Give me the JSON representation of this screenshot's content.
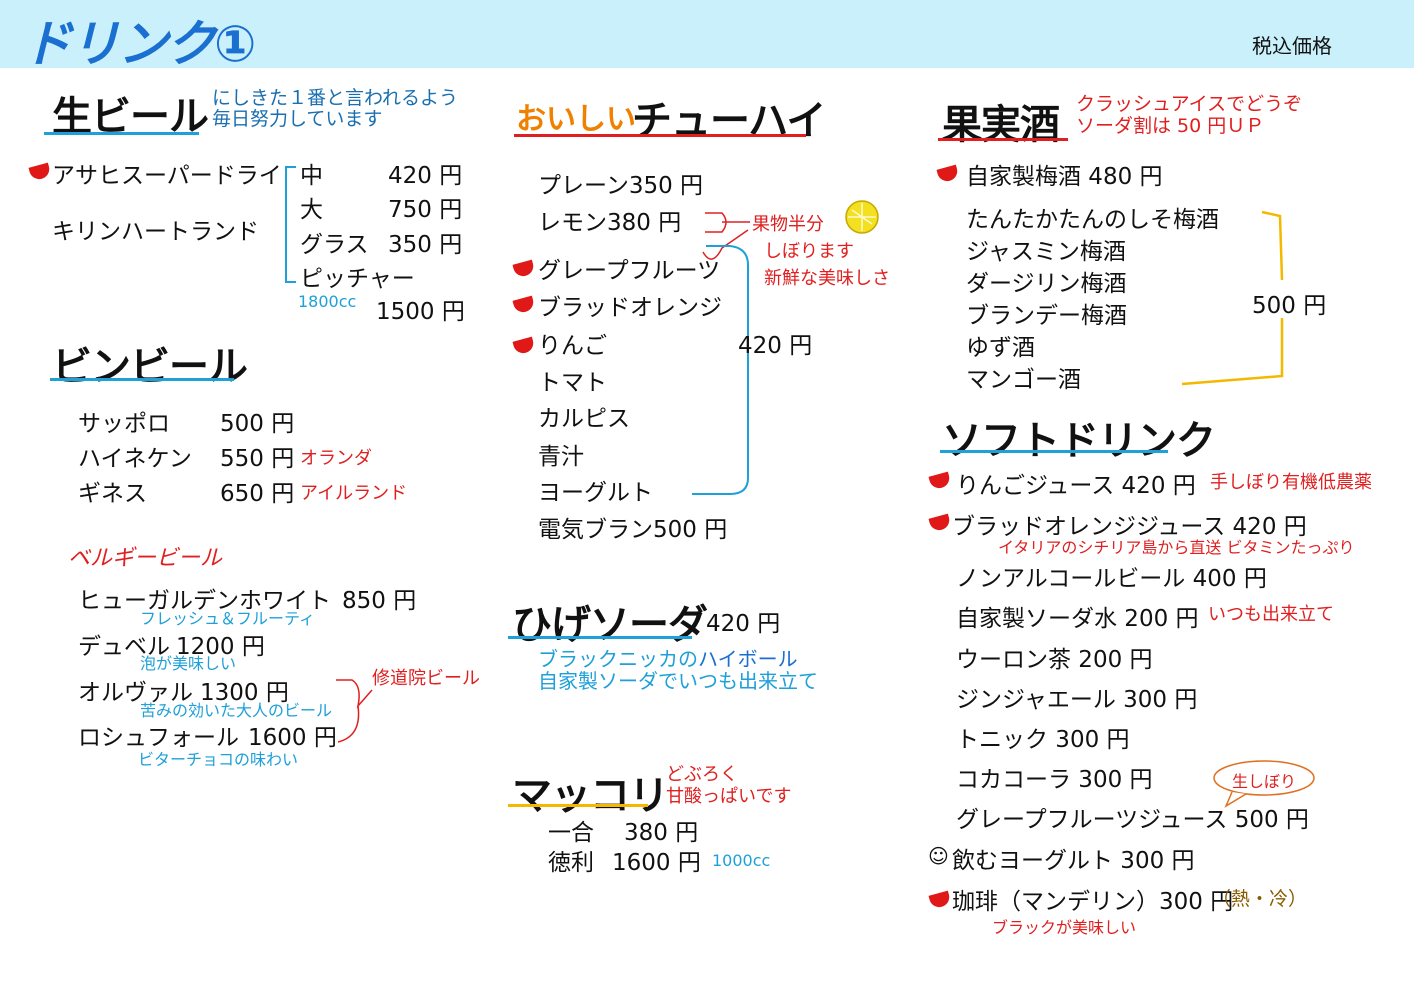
{
  "header": {
    "title": "ドリンク①",
    "tax": "税込価格"
  },
  "draft_beer": {
    "title": "生ビール",
    "note": [
      "にしきた１番と言われるよう",
      "毎日努力しています"
    ],
    "brands": [
      "アサヒスーパードライ",
      "キリンハートランド"
    ],
    "sizes": [
      {
        "name": "中",
        "price": "420 円"
      },
      {
        "name": "大",
        "price": "750 円"
      },
      {
        "name": "グラス",
        "price": "350 円"
      },
      {
        "name": "ピッチャー",
        "price": ""
      }
    ],
    "pitcher_cc": "1800cc",
    "pitcher_price": "1500 円"
  },
  "bottle_beer": {
    "title": "ビンビール",
    "items": [
      {
        "name": "サッポロ",
        "price": "500 円",
        "note": ""
      },
      {
        "name": "ハイネケン",
        "price": "550 円",
        "note": "オランダ"
      },
      {
        "name": "ギネス",
        "price": "650 円",
        "note": "アイルランド"
      }
    ]
  },
  "belgian": {
    "title": "ベルギービール",
    "items": [
      {
        "name": "ヒューガルデンホワイト",
        "price": "850 円",
        "note": "フレッシュ＆フルーティ"
      },
      {
        "name": "デュベル",
        "price": "1200 円",
        "note": "泡が美味しい"
      },
      {
        "name": "オルヴァル",
        "price": "1300 円",
        "note": "苦みの効いた大人のビール"
      },
      {
        "name": "ロシュフォール",
        "price": "1600 円",
        "note": "ビターチョコの味わい"
      }
    ],
    "trappist": "修道院ビール"
  },
  "chuhai": {
    "title_a": "おいしい",
    "title_b": "チューハイ",
    "items": [
      "プレーン350 円",
      "レモン380 円",
      "グレープフルーツ",
      "ブラッドオレンジ",
      "りんご",
      "トマト",
      "カルピス",
      "青汁",
      "ヨーグルト",
      "電気ブラン500 円"
    ],
    "group_price": "420 円",
    "fruit_note": [
      "果物半分",
      "しぼります",
      "新鮮な美味しさ"
    ]
  },
  "highball": {
    "title": "ひげソーダ",
    "price": "420 円",
    "desc1_a": "ブラックニッカの",
    "desc1_b": "ハイボール",
    "desc2": "自家製ソーダでいつも出来立て"
  },
  "makgeolli": {
    "title": "マッコリ",
    "note": [
      "どぶろく",
      "甘酸っぱいです"
    ],
    "items": [
      {
        "name": "一合",
        "price": "380 円"
      },
      {
        "name": "徳利",
        "price": "1600 円"
      }
    ],
    "cc": "1000cc"
  },
  "fruit_liquor": {
    "title": "果実酒",
    "note": [
      "クラッシュアイスでどうぞ",
      "ソーダ割は 50 円ＵＰ"
    ],
    "featured": "自家製梅酒 480 円",
    "items": [
      "たんたかたんのしそ梅酒",
      "ジャスミン梅酒",
      "ダージリン梅酒",
      "ブランデー梅酒",
      "ゆず酒",
      "マンゴー酒"
    ],
    "group_price": "500 円"
  },
  "soft": {
    "title": "ソフトドリンク",
    "items": [
      {
        "name": "りんごジュース 420 円",
        "note": "手しぼり有機低農薬"
      },
      {
        "name": "ブラッドオレンジジュース 420 円",
        "note": ""
      },
      {
        "name": "ノンアルコールビール 400 円",
        "note": ""
      },
      {
        "name": "自家製ソーダ水 200 円",
        "note": "いつも出来立て"
      },
      {
        "name": "ウーロン茶 200 円",
        "note": ""
      },
      {
        "name": "ジンジャエール 300 円",
        "note": ""
      },
      {
        "name": "トニック 300 円",
        "note": ""
      },
      {
        "name": "コカコーラ 300 円",
        "note": ""
      },
      {
        "name": "グレープフルーツジュース 500 円",
        "note": ""
      },
      {
        "name": "飲むヨーグルト 300 円",
        "note": ""
      },
      {
        "name": "珈琲（マンデリン）300 円",
        "note": ""
      }
    ],
    "blood_note": "イタリアのシチリア島から直送 ビタミンたっぷり",
    "fresh_bubble": "生しぼり",
    "coffee_temp": "（熱・冷）",
    "coffee_note": "ブラックが美味しい"
  }
}
